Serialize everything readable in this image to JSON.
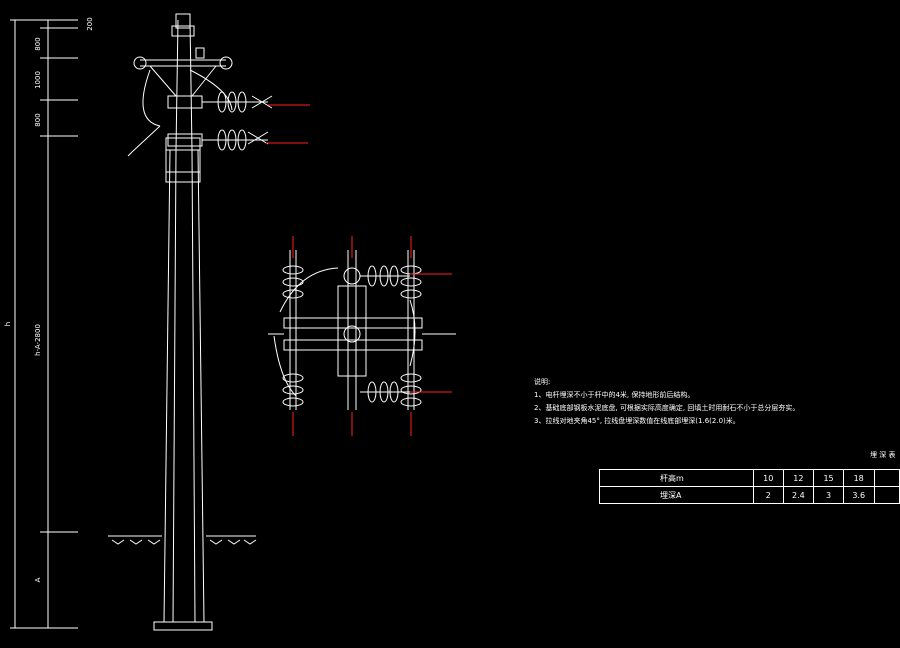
{
  "dimensions": {
    "d200": "200",
    "d800a": "800",
    "d1000": "1000",
    "d800b": "800",
    "h": "h",
    "hA2800": "h-A-2800",
    "A": "A"
  },
  "notes": {
    "title": "说明:",
    "line1": "1、电杆埋深不小于杆中的4米, 保持地形前后结构。",
    "line2": "2、基础底部钢板水泥底盘, 可根据实际高度确定, 回填土时用耐石不小于总分层夯实。",
    "line3": "3、拉线对地夹角45°, 拉线盘埋深数值在线底部埋深(1.6(2.0)米。"
  },
  "table": {
    "caption": "埋 深 表",
    "row1_label": "杆高m",
    "row2_label": "埋深A",
    "heights": [
      "10",
      "12",
      "15",
      "18",
      ""
    ],
    "depths": [
      "2",
      "2.4",
      "3",
      "3.6",
      ""
    ]
  },
  "colors": {
    "line": "#ffffff",
    "accent": "#ff2020",
    "background": "#000000"
  }
}
